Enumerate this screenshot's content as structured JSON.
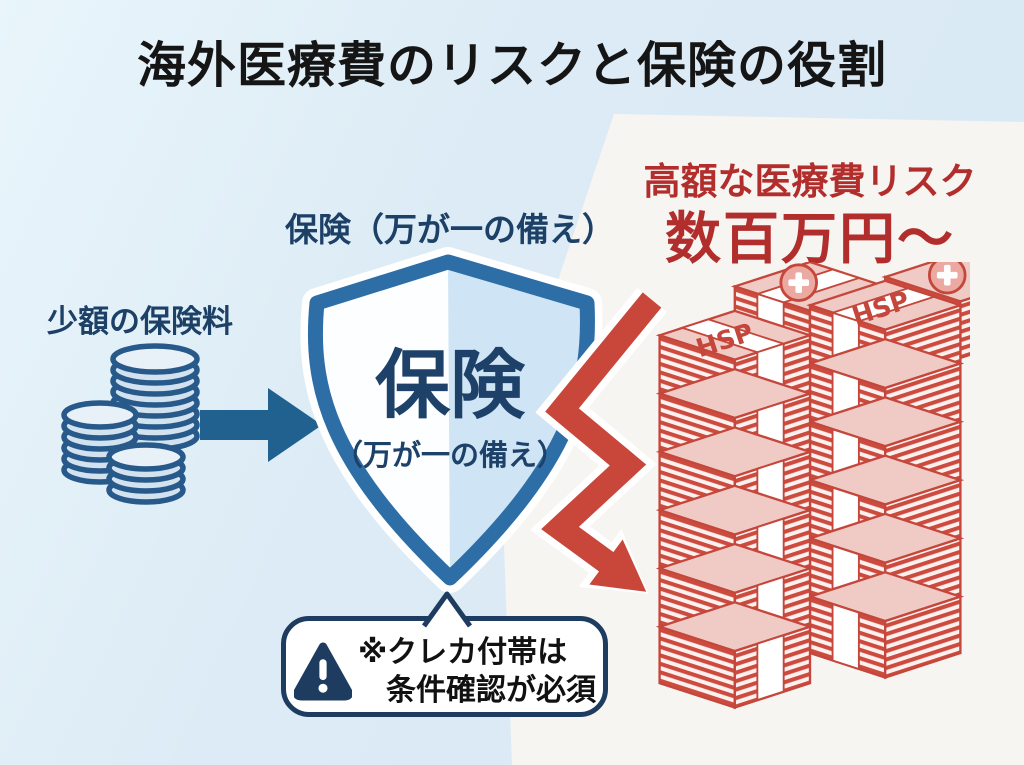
{
  "title": "海外医療費のリスクと保険の役割",
  "left": {
    "label": "少額の保険料"
  },
  "shield": {
    "label_above": "保険（万が一の備え）",
    "name": "保険",
    "subtitle": "（万が一の備え）"
  },
  "risk": {
    "heading": "高額な医療費リスク",
    "amount": "数百万円〜",
    "bundle_label": "HSP"
  },
  "note": {
    "line1": "※クレカ付帯は",
    "line2": "条件確認が必須"
  },
  "colors": {
    "background_blue": "#dcebf5",
    "panel_white": "#f7f5f2",
    "navy_text": "#1c4066",
    "shield_border": "#2e6ea6",
    "shield_fill_right": "#cfe4f4",
    "steel_arrow": "#20618f",
    "risk_red_text": "#b22e2c",
    "zigzag_red": "#c8463a",
    "money_red": "#c5473b",
    "money_pink": "#f0cbc6"
  }
}
